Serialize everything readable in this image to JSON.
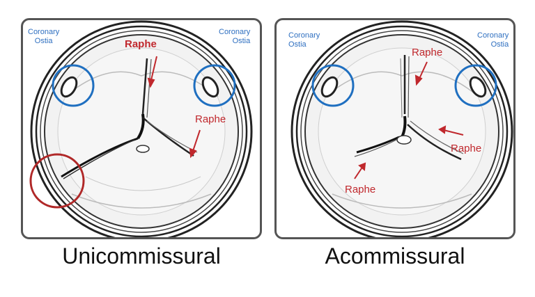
{
  "panels": [
    {
      "caption": "Unicommissural",
      "ostia_left": {
        "line1": "Coronary",
        "line2": "Ostia"
      },
      "ostia_right": {
        "line1": "Coronary",
        "line2": "Ostia"
      },
      "raphe_labels": [
        "Raphe",
        "Raphe"
      ]
    },
    {
      "caption": "Acommissural",
      "ostia_left": {
        "line1": "Coronary",
        "line2": "Ostia"
      },
      "ostia_right": {
        "line1": "Coronary",
        "line2": "Ostia"
      },
      "raphe_labels": [
        "Raphe",
        "Raphe",
        "Raphe"
      ]
    }
  ],
  "colors": {
    "ostia_circle": "#1f6fc0",
    "commissure_circle": "#b02828",
    "raphe_arrow": "#c0282d",
    "frame": "#555555"
  }
}
